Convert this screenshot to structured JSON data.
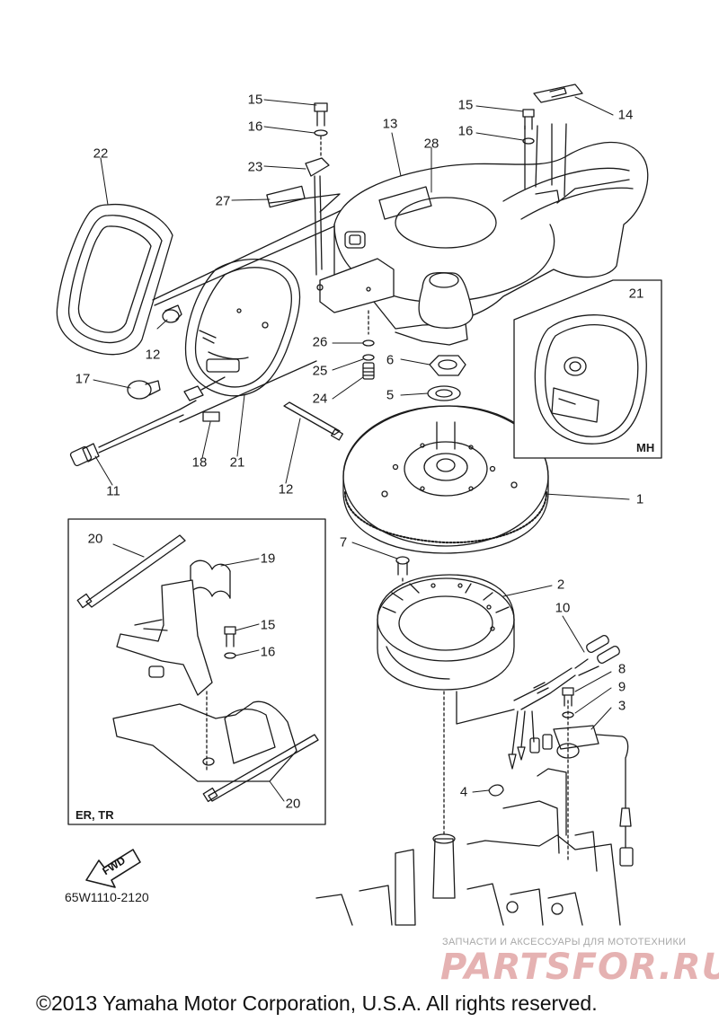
{
  "labels": {
    "p1": "1",
    "p2": "2",
    "p3": "3",
    "p4": "4",
    "p5": "5",
    "p6": "6",
    "p7": "7",
    "p8": "8",
    "p9": "9",
    "p10": "10",
    "p11": "11",
    "p12a": "12",
    "p12b": "12",
    "p13": "13",
    "p14": "14",
    "p15a": "15",
    "p15b": "15",
    "p15c": "15",
    "p16a": "16",
    "p16b": "16",
    "p16c": "16",
    "p17": "17",
    "p18": "18",
    "p19": "19",
    "p20a": "20",
    "p20b": "20",
    "p21a": "21",
    "p21b": "21",
    "p22": "22",
    "p23": "23",
    "p24": "24",
    "p25": "25",
    "p26": "26",
    "p27": "27",
    "p28": "28"
  },
  "inset_mh": {
    "tag": "MH"
  },
  "inset_er_tr": {
    "tag": "ER, TR"
  },
  "fwd_arrow": {
    "text": "FWD",
    "icon": "forward-arrow-icon"
  },
  "diagram_code": "65W1110-2120",
  "watermark": {
    "tagline": "ЗАПЧАСТИ И АКСЕССУАРЫ ДЛЯ МОТОТЕХНИКИ",
    "logo": "PARTSFOR.RU",
    "color": "#e5b2b2"
  },
  "copyright": "©2013 Yamaha Motor Corporation, U.S.A. All rights reserved."
}
